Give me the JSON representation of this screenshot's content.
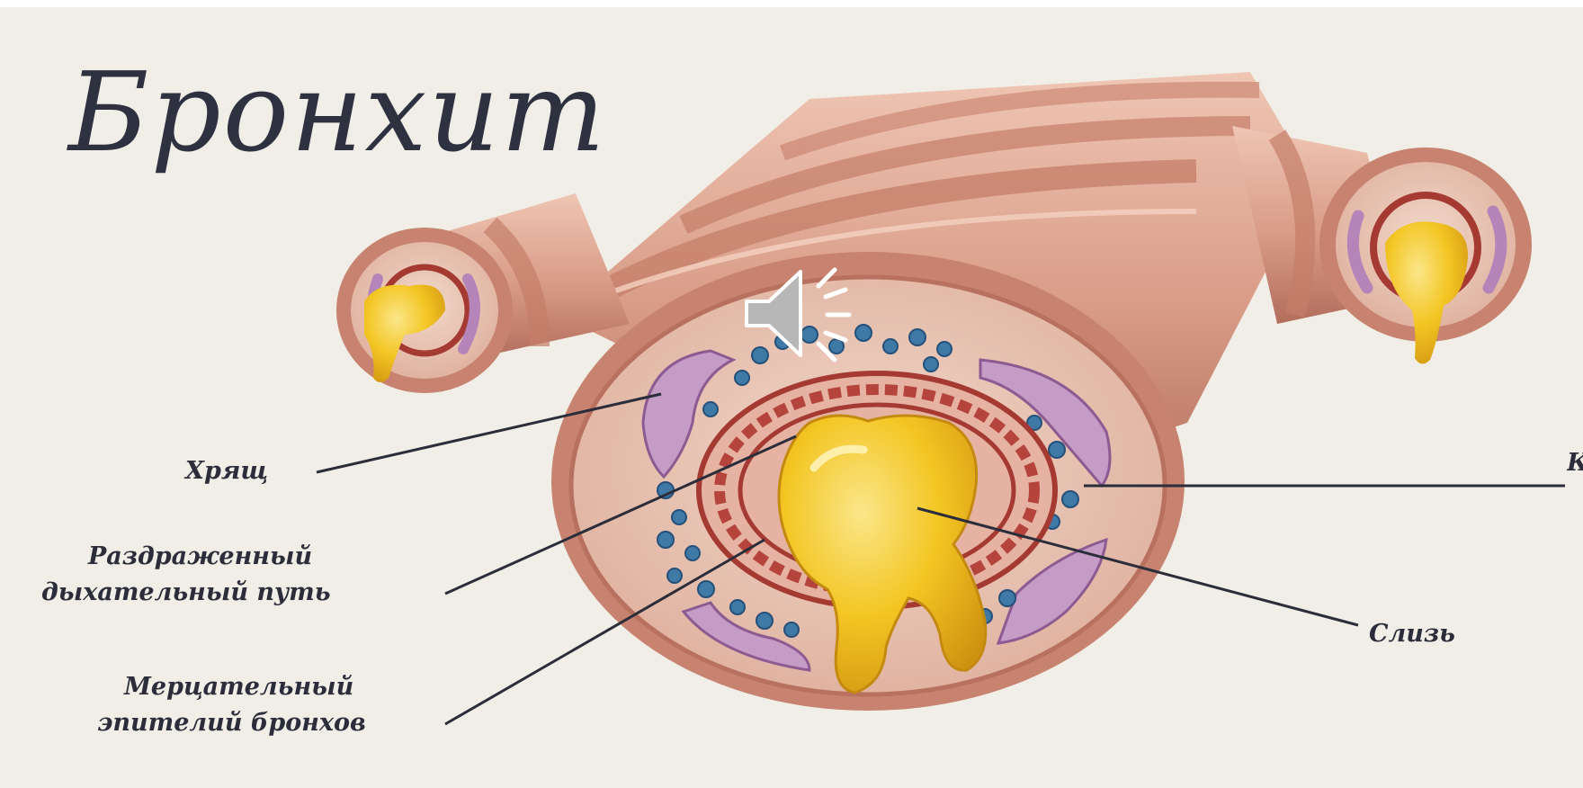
{
  "slide": {
    "title": "Бронхит",
    "labels": {
      "cartilage": "Хрящ",
      "airway_line1": "Раздраженный",
      "airway_line2": "дыхательный путь",
      "epithelium_line1": "Мерцательный",
      "epithelium_line2": "эпителий бронхов",
      "mucus": "Слизь",
      "right_cut": "К"
    }
  },
  "media": {
    "icon": "speaker-icon"
  },
  "colors": {
    "background": "#f1eee7",
    "tube": "#d9a08c",
    "tube_dark": "#b8705f",
    "inner": "#e7c2b2",
    "mucus": "#f3c21c",
    "cartilage": "#b584b8",
    "glands": "#3f7aa6",
    "text": "#2b2e3a"
  }
}
